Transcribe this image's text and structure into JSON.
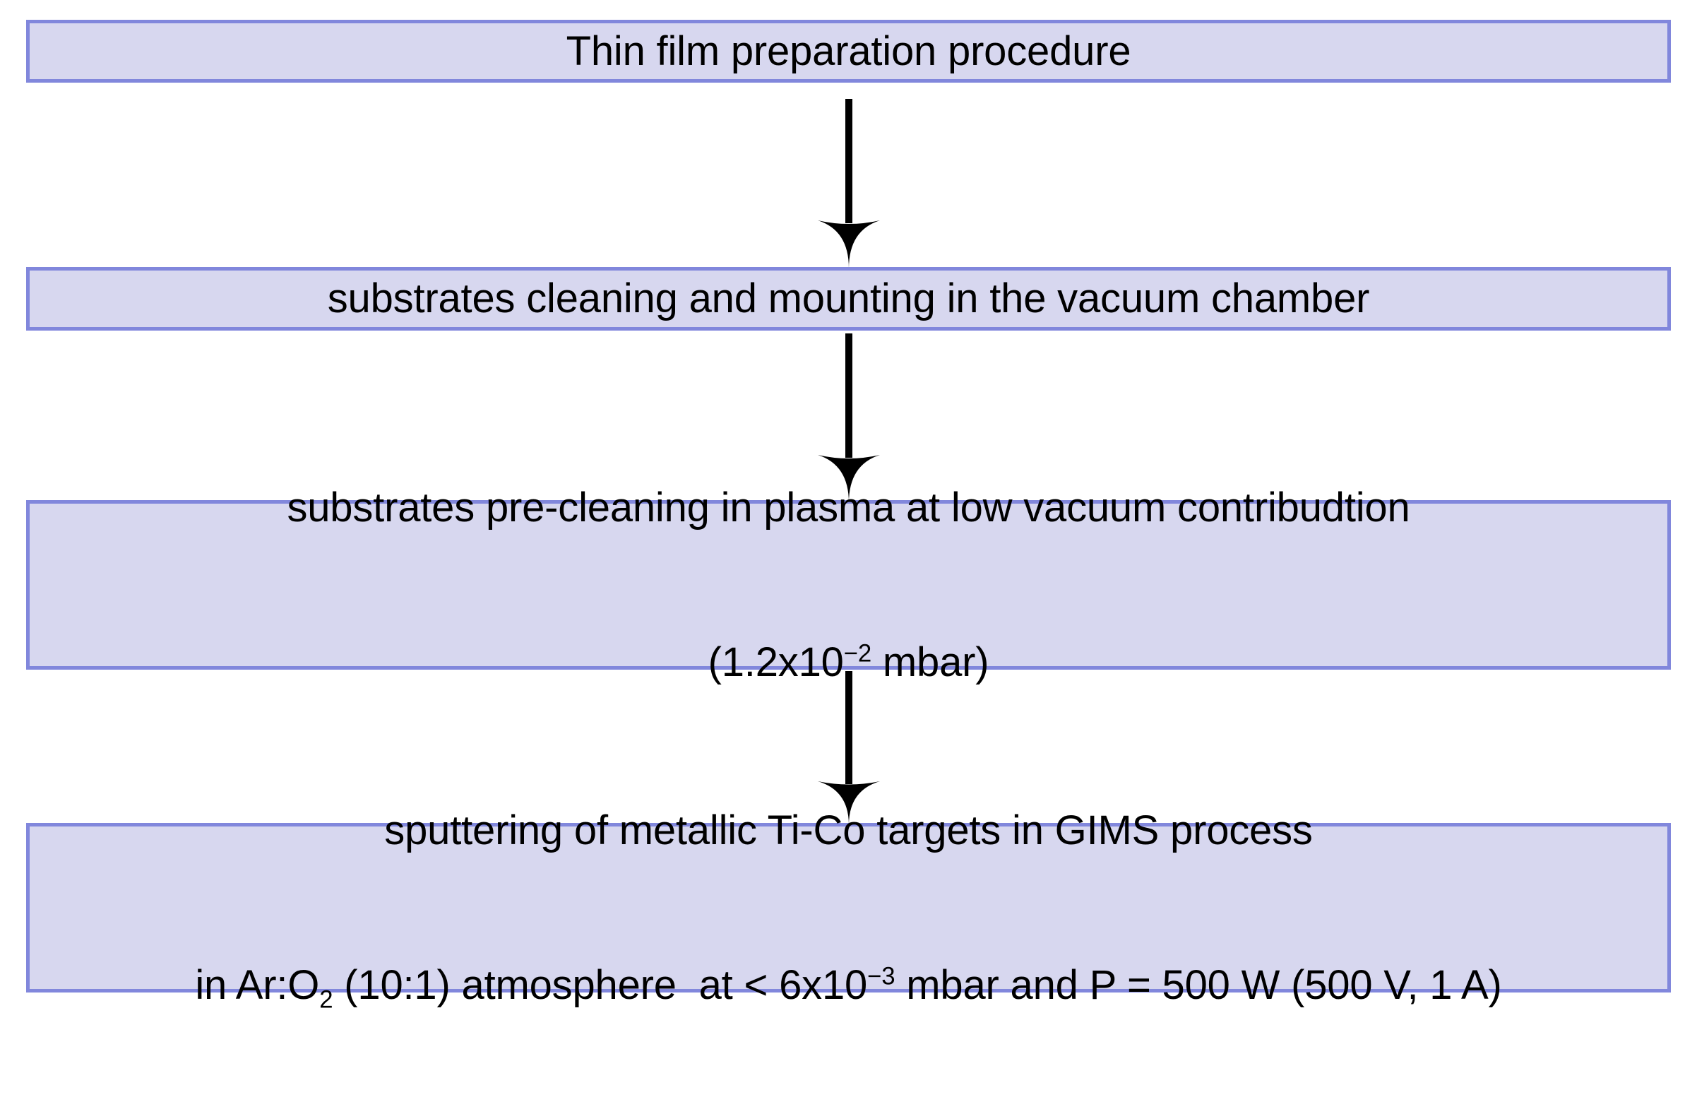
{
  "diagram": {
    "title": "Thin film preparation procedure flowchart",
    "type": "flowchart",
    "orientation": "vertical",
    "colors": {
      "node_fill": "#D7D7EF",
      "node_border": "#8187DC",
      "text": "#000000",
      "arrow": "#000000",
      "background": "#ffffff"
    },
    "nodes": [
      {
        "id": "node-1",
        "name": "thin-film-preparation-procedure",
        "lines": [
          "Thin film preparation procedure"
        ]
      },
      {
        "id": "node-2",
        "name": "substrates-cleaning-and-mounting",
        "lines": [
          "substrates cleaning and mounting in the vacuum chamber"
        ]
      },
      {
        "id": "node-3",
        "name": "substrates-pre-cleaning-in-plasma",
        "lines": [
          "substrates pre-cleaning in plasma at low vacuum contribudtion",
          "(1.2x10⁻² mbar)"
        ],
        "line1_plain": "substrates pre-cleaning in plasma at low vacuum contribudtion",
        "line2_parts": {
          "prefix": "(1.2x10",
          "superscript": "−2",
          "suffix": " mbar)"
        }
      },
      {
        "id": "node-4",
        "name": "sputtering-of-metallic-ti-co-targets",
        "lines": [
          "sputtering of metallic Ti-Co targets in GIMS process",
          "in Ar:O₂ (10:1) atmosphere  at < 6x10⁻³ mbar and P = 500 W (500 V, 1 A)"
        ],
        "line1_plain": "sputtering of metallic Ti-Co targets in GIMS process",
        "line2_parts": {
          "seg1": "in Ar:O",
          "sub1": "2",
          "seg2": " (10:1) atmosphere  at < 6x10",
          "sup1": "−3",
          "seg3": " mbar and P = 500 W (500 V, 1 A)"
        }
      }
    ],
    "arrows": [
      {
        "id": "arrow-1",
        "name": "arrow-node1-to-node2",
        "from": "node-1",
        "to": "node-2",
        "direction": "down"
      },
      {
        "id": "arrow-2",
        "name": "arrow-node2-to-node3",
        "from": "node-2",
        "to": "node-3",
        "direction": "down"
      },
      {
        "id": "arrow-3",
        "name": "arrow-node3-to-node4",
        "from": "node-3",
        "to": "node-4",
        "direction": "down"
      }
    ]
  }
}
